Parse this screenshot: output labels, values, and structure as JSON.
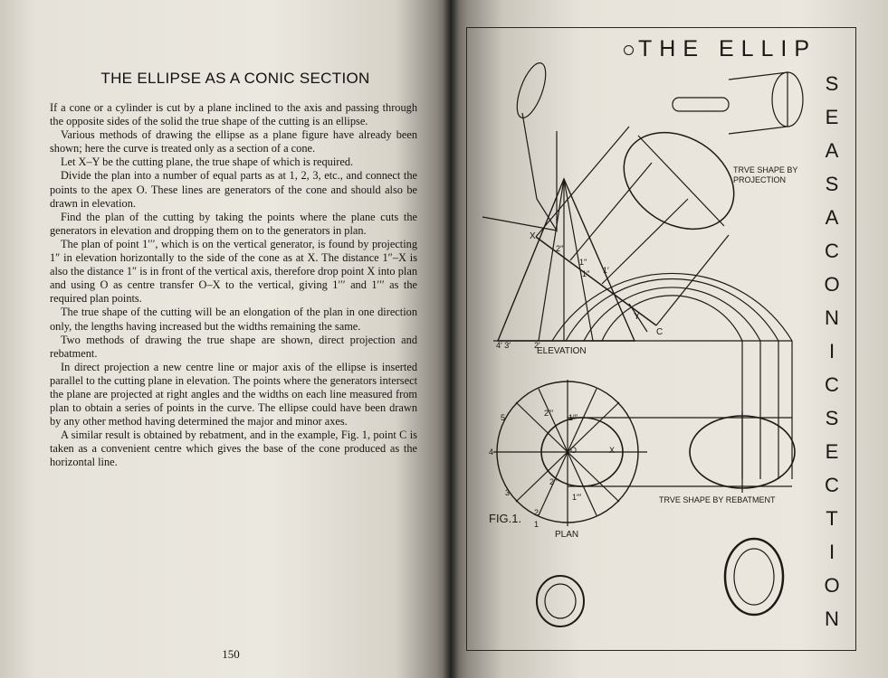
{
  "left_page": {
    "heading": "THE ELLIPSE AS A CONIC SECTION",
    "paragraphs": [
      "If a cone or a cylinder is cut by a plane inclined to the axis and passing through the opposite sides of the solid the true shape of the cutting is an ellipse.",
      "Various methods of drawing the ellipse as a plane figure have already been shown; here the curve is treated only as a section of a cone.",
      "Let X–Y be the cutting plane, the true shape of which is required.",
      "Divide the plan into a number of equal parts as at 1, 2, 3, etc., and connect the points to the apex O. These lines are generators of the cone and should also be drawn in elevation.",
      "Find the plan of the cutting by taking the points where the plane cuts the generators in elevation and dropping them on to the generators in plan.",
      "The plan of point 1′′′, which is on the vertical generator, is found by projecting 1″ in elevation horizontally to the side of the cone as at X. The distance 1″–X is also the distance 1″ is in front of the vertical axis, therefore drop point X into plan and using O as centre transfer O–X to the vertical, giving 1′′′ and 1′′′ as the required plan points.",
      "The true shape of the cutting will be an elongation of the plan in one direction only, the lengths having increased but the widths remaining the same.",
      "Two methods of drawing the true shape are shown, direct projection and rebatment.",
      "In direct projection a new centre line or major axis of the ellipse is inserted parallel to the cutting plane in elevation. The points where the generators intersect the plane are projected at right angles and the widths on each line measured from plan to obtain a series of points in the curve. The ellipse could have been drawn by any other method having determined the major and minor axes.",
      "A similar result is obtained by rebatment, and in the example, Fig. 1, point C is taken as a convenient centre which gives the base of the cone produced as the horizontal line."
    ],
    "page_number": "150"
  },
  "right_page": {
    "title_horizontal": "THE ELLIP",
    "title_vertical": [
      "S",
      "E",
      "A",
      "S",
      "A",
      "C",
      "O",
      "N",
      "I",
      "C",
      "S",
      "E",
      "C",
      "T",
      "I",
      "O",
      "N"
    ],
    "labels": {
      "true_shape_projection": "TRVE SHAPE BY PROJECTION",
      "true_shape_rebatment": "TRVE SHAPE BY REBATMENT",
      "elevation": "ELEVATION",
      "plan": "PLAN",
      "fig": "FIG.1.",
      "point_x": "X",
      "point_y": "Y",
      "point_c": "C",
      "point_o": "O",
      "num_1": "1",
      "num_2": "2",
      "num_3": "3",
      "num_4": "4",
      "num_5": "5",
      "plan_x": "X",
      "num_1pp": "1′′′",
      "num_2p": "2′′′",
      "num_1p": "1′",
      "num_2dp": "2″",
      "num_1dp": "1″",
      "num_4p": "4′ 3′",
      "num_2q": "2′",
      "num_2ppp": "2′′′",
      "num_1ppp": "1′′′",
      "num_1dd": "1″"
    }
  }
}
